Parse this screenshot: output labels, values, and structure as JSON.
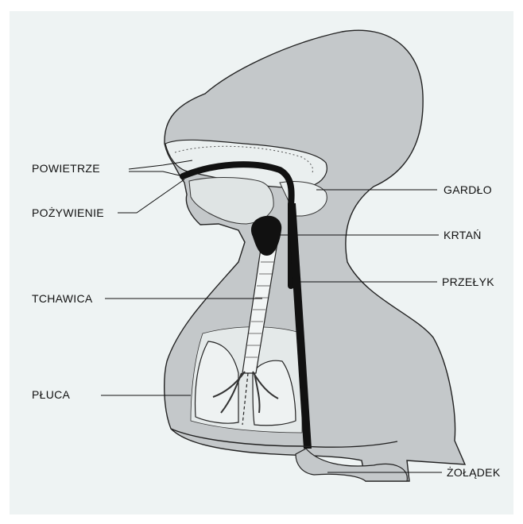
{
  "labels": {
    "powietrze": "POWIETRZE",
    "pozywienie": "POŻYWIENIE",
    "tchawica": "TCHAWICA",
    "pluca": "PŁUCA",
    "gardlo": "GARDŁO",
    "krtan": "KRTAŃ",
    "przelyk": "PRZEŁYK",
    "zoladek": "ŻOŁĄDEK"
  },
  "colors": {
    "page": "#eef3f3",
    "body_fill": "#c4c8ca",
    "cavity": "#eaefef",
    "ink": "#111111"
  }
}
